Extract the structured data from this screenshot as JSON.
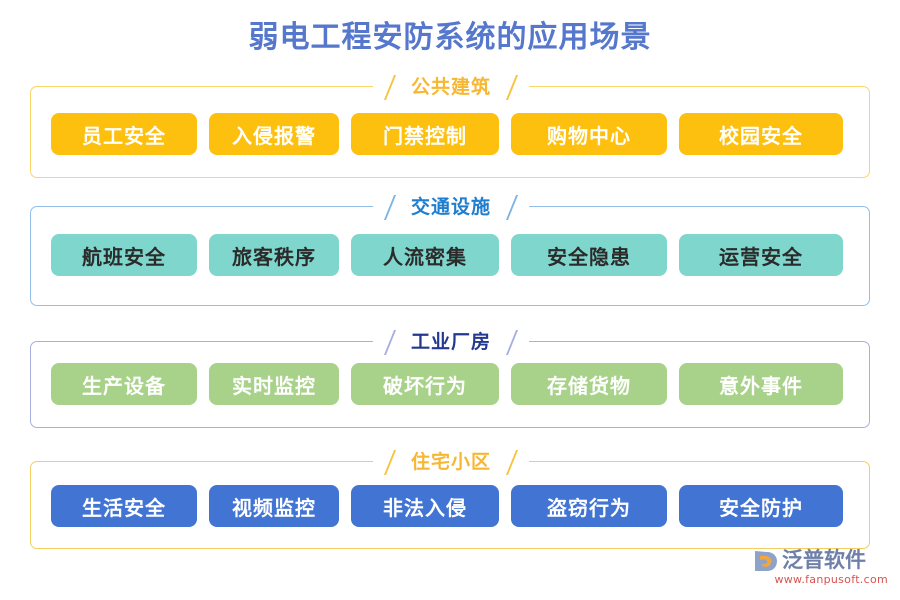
{
  "page": {
    "title": "弱电工程安防系统的应用场景"
  },
  "sections": [
    {
      "title": "公共建筑",
      "accent": "#FDC00E",
      "border_color": "#FBD46A",
      "title_color": "#F7B733",
      "chip_text_color": "#FFFFFF",
      "items": [
        "员工安全",
        "入侵报警",
        "门禁控制",
        "购物中心",
        "校园安全"
      ]
    },
    {
      "title": "交通设施",
      "accent": "#7FD6CC",
      "border_color": "#93BEE8",
      "title_color": "#1E7FD0",
      "chip_text_color": "#2B2B2B",
      "items": [
        "航班安全",
        "旅客秩序",
        "人流密集",
        "安全隐患",
        "运营安全"
      ]
    },
    {
      "title": "工业厂房",
      "accent": "#A8D28A",
      "border_color": "#A9AFDD",
      "title_color": "#23398F",
      "chip_text_color": "#FFFFFF",
      "items": [
        "生产设备",
        "实时监控",
        "破坏行为",
        "存储货物",
        "意外事件"
      ]
    },
    {
      "title": "住宅小区",
      "accent": "#4274D4",
      "border_color": "#F4CE62",
      "title_color": "#F7B733",
      "chip_text_color": "#FFFFFF",
      "items": [
        "生活安全",
        "视频监控",
        "非法入侵",
        "盗窃行为",
        "安全防护"
      ]
    }
  ],
  "logo": {
    "mark_icon": "swirl-logo-icon",
    "name": "泛普软件",
    "url": "www.fanpusoft.com",
    "name_color": "#6E7FA8",
    "url_color": "#D9534F"
  }
}
